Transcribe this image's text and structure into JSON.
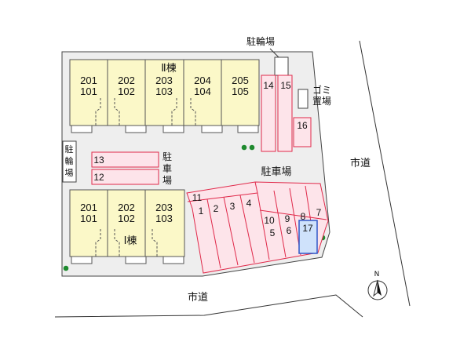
{
  "labels": {
    "building2": "Ⅱ棟",
    "building1": "Ⅰ棟",
    "bicycle_parking_top": "駐輪場",
    "bicycle_parking_left": [
      "駐",
      "輪",
      "場"
    ],
    "garbage": [
      "ゴミ",
      "置場"
    ],
    "parking_main": "駐車場",
    "parking_small": [
      "駐",
      "車",
      "場"
    ],
    "city_road_right": "市道",
    "city_road_bottom": "市道",
    "north": "N"
  },
  "building2_units": [
    {
      "top": "201",
      "bottom": "101"
    },
    {
      "top": "202",
      "bottom": "102"
    },
    {
      "top": "203",
      "bottom": "103"
    },
    {
      "top": "204",
      "bottom": "104"
    },
    {
      "top": "205",
      "bottom": "105"
    }
  ],
  "building1_units": [
    {
      "top": "201",
      "bottom": "101"
    },
    {
      "top": "202",
      "bottom": "102"
    },
    {
      "top": "203",
      "bottom": "103"
    }
  ],
  "parking_spaces": [
    "1",
    "2",
    "3",
    "4",
    "5",
    "6",
    "7",
    "8",
    "9",
    "10",
    "11",
    "12",
    "13",
    "14",
    "15",
    "16",
    "17"
  ],
  "colors": {
    "building_fill": "#fbf8c8",
    "parking_fill": "#fde4ea",
    "parking_stroke": "#e0294a",
    "lot_fill": "#eeeeee",
    "highlight_fill": "#cfe2fb",
    "highlight_stroke": "#2f56c8",
    "tree": "#1e8a2e"
  }
}
